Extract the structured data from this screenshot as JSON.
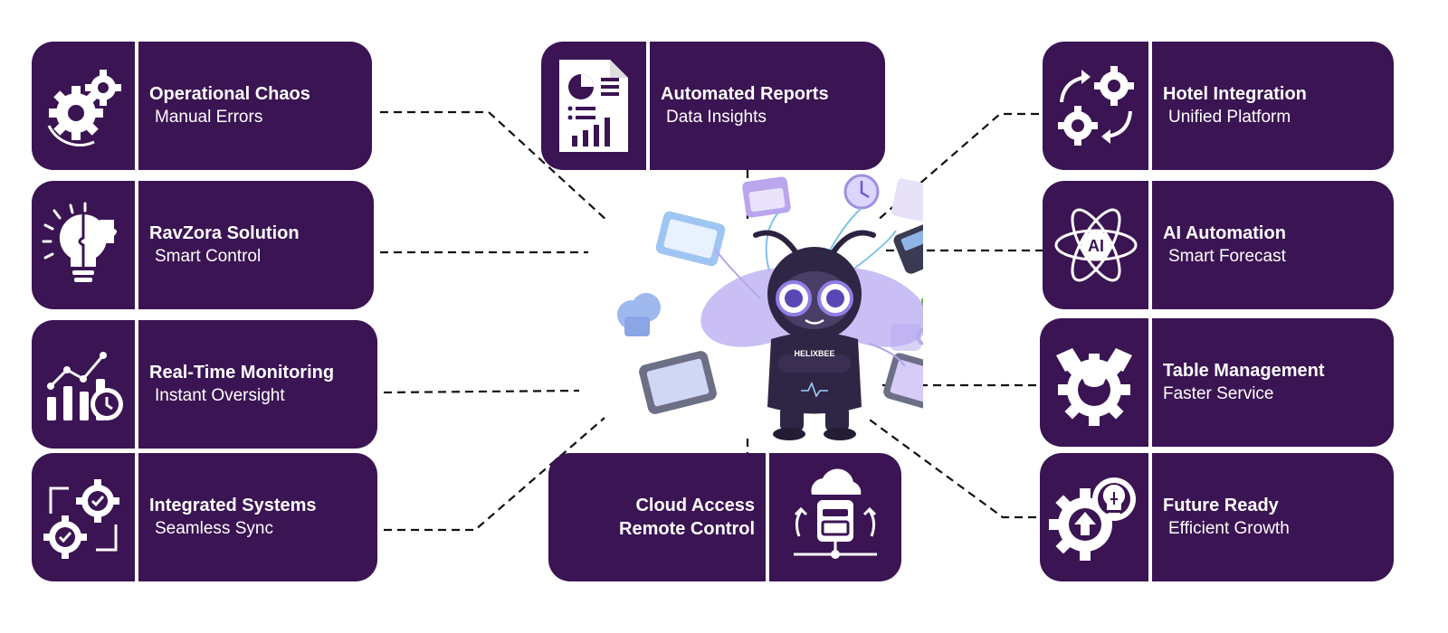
{
  "colors": {
    "card_bg": "#3b1453",
    "icon": "#ffffff",
    "connector": "#111111"
  },
  "cards": {
    "left": [
      {
        "title": "Operational Chaos",
        "subtitle": "Manual Errors",
        "icon": "gears-icon"
      },
      {
        "title": "RavZora Solution",
        "subtitle": "Smart Control",
        "icon": "lightbulb-puzzle-icon"
      },
      {
        "title": "Real-Time Monitoring",
        "subtitle": "Instant Oversight",
        "icon": "chart-clock-icon"
      },
      {
        "title": "Integrated Systems",
        "subtitle": "Seamless Sync",
        "icon": "sync-gears-icon"
      }
    ],
    "top_center": {
      "title": "Automated Reports",
      "subtitle": "Data Insights",
      "icon": "report-icon"
    },
    "bottom_center": {
      "title": "Cloud Access",
      "subtitle": "Remote Control",
      "icon": "cloud-folder-icon"
    },
    "right": [
      {
        "title": "Hotel Integration",
        "subtitle": "Unified Platform",
        "icon": "cycle-gears-icon"
      },
      {
        "title": "AI Automation",
        "subtitle": "Smart Forecast",
        "icon": "ai-atom-icon"
      },
      {
        "title": "Table Management",
        "subtitle": "Faster Service",
        "icon": "handshake-gear-icon"
      },
      {
        "title": "Future Ready",
        "subtitle": "Efficient Growth",
        "icon": "gear-bulb-icon"
      }
    ]
  },
  "mascot": {
    "label": "HELIXBEE"
  }
}
